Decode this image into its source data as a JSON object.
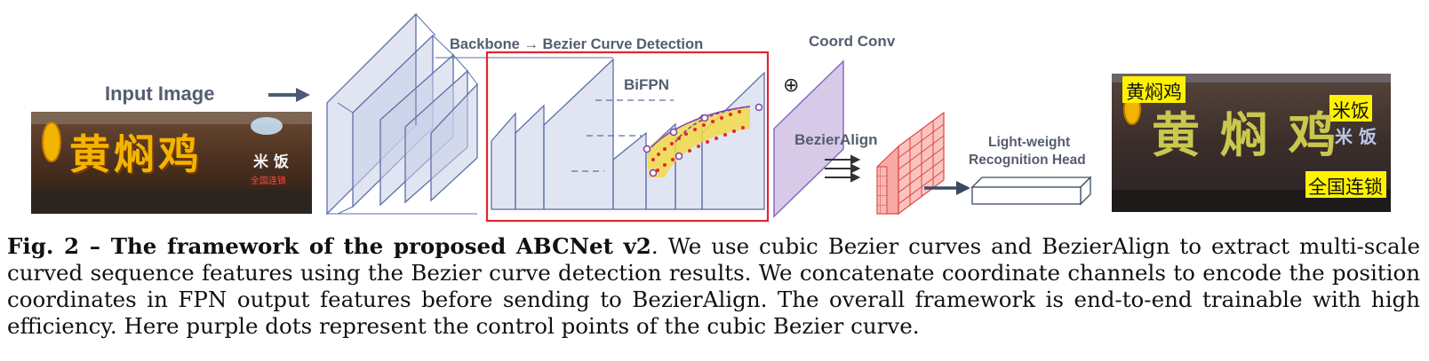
{
  "figure": {
    "input_label": "Input Image",
    "backbone_label": "Backbone → Bezier Curve Detection",
    "bifpn_label": "BiFPN",
    "coordconv_label": "Coord Conv",
    "concat_symbol": "⊕",
    "bezieralign_label": "BezierAlign",
    "head_label_line1": "Light-weight",
    "head_label_line2": "Recognition Head",
    "input_sign": {
      "main": "黄焖鸡",
      "side": "米 饭",
      "small": "全国连锁"
    },
    "output_sign": {
      "main": "黄 焖 鸡",
      "side": "米 饭"
    },
    "output_boxes": [
      "黄焖鸡",
      "米饭",
      "全国连锁"
    ],
    "colors": {
      "accent_box": "#e3262b",
      "volume_stroke": "#5b6fa8",
      "volume_fill": "#c9cfe8",
      "coord_fill": "#c9b8e0",
      "align_fill": "#f7a9a6",
      "highlight": "#fff200",
      "label_dark": "#555d70"
    }
  },
  "caption": {
    "label": "Fig. 2",
    "sep": " – ",
    "title": "The framework of the proposed ABCNet v2",
    "body": ". We use cubic Bezier curves and BezierAlign to extract multi-scale curved sequence features using the Bezier curve detection results. We concatenate coordinate channels to encode the position coordinates in FPN output features before sending to BezierAlign. The overall framework is end-to-end trainable with high efficiency. Here purple dots represent the control points of the cubic Bezier curve."
  }
}
